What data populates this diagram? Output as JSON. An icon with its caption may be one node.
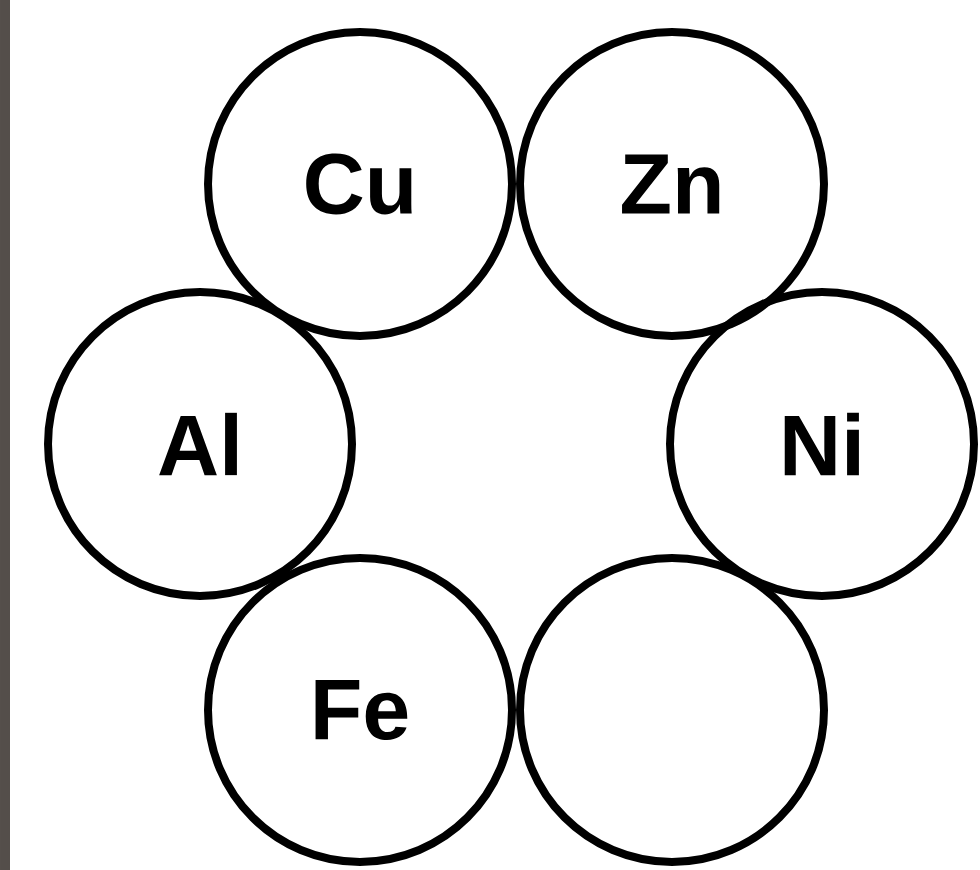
{
  "diagram": {
    "nodes": [
      {
        "text": [
          "Cu"
        ]
      },
      {
        "text": [
          "Zn"
        ]
      },
      {
        "text": [
          "Al"
        ]
      },
      {
        "text": [
          "Ni"
        ]
      },
      {
        "text": [
          "Fe"
        ]
      },
      {
        "text": [],
        "shape": "circle"
      }
    ]
  }
}
